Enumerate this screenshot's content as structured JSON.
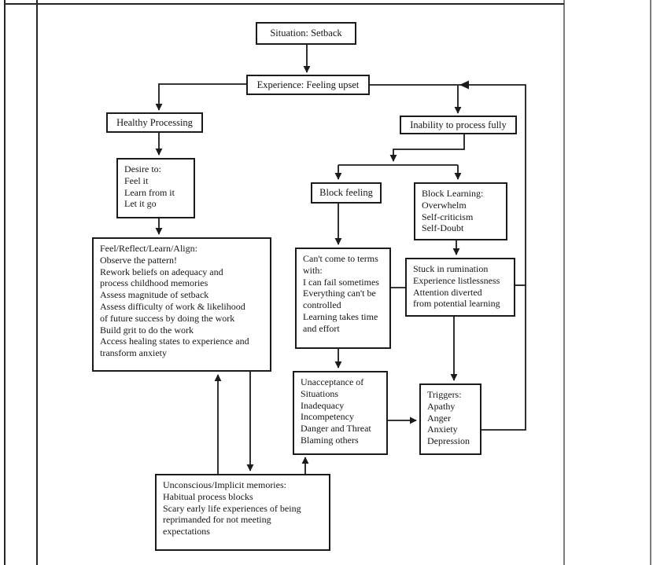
{
  "diagram": {
    "title": "Setback processing flowchart",
    "line_color": "#1b1b1b",
    "background": "#ffffff",
    "nodes": {
      "situation": {
        "label": "Situation: Setback"
      },
      "experience": {
        "label": "Experience: Feeling upset"
      },
      "healthy": {
        "label": "Healthy Processing"
      },
      "inability": {
        "label": "Inability to process fully"
      },
      "desire": {
        "text": "Desire to:\nFeel it\nLearn from it\nLet it go"
      },
      "block_feeling": {
        "label": "Block feeling"
      },
      "block_learning": {
        "text": "Block Learning:\nOverwhelm\nSelf-criticism\nSelf-Doubt"
      },
      "feel_reflect": {
        "text": "Feel/Reflect/Learn/Align:\nObserve the pattern!\nRework beliefs on adequacy and\nprocess childhood memories\nAssess magnitude of setback\nAssess difficulty of work & likelihood\nof future success by doing the work\nBuild grit to do the work\nAccess healing states to experience and\ntransform anxiety"
      },
      "cant_come": {
        "text": "Can't come to terms\nwith:\nI can fail sometimes\nEverything can't be\ncontrolled\nLearning takes time\nand effort"
      },
      "stuck": {
        "text": "Stuck in rumination\nExperience listlessness\nAttention diverted\nfrom potential learning"
      },
      "unacceptance": {
        "text": "Unacceptance of\nSituations\nInadequacy\nIncompetency\nDanger and Threat\nBlaming others"
      },
      "triggers": {
        "text": "Triggers:\nApathy\nAnger\nAnxiety\nDepression"
      },
      "unconscious": {
        "text": "Unconscious/Implicit memories:\nHabitual process blocks\nScary early life experiences of being\nreprimanded for not meeting\nexpectations"
      }
    }
  }
}
